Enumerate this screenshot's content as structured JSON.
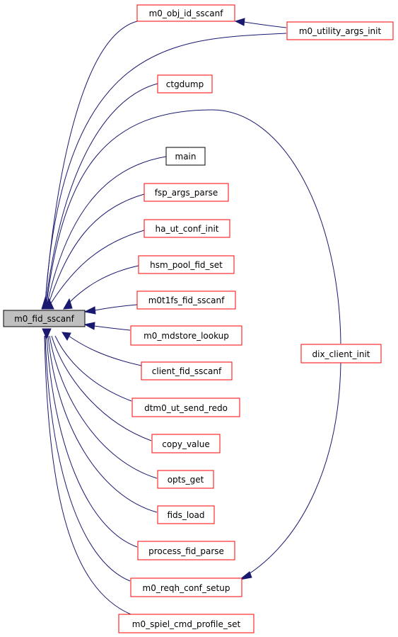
{
  "colors": {
    "edge": "#191970",
    "link_border": "#ff0000",
    "plain_border": "#000000",
    "focus_fill": "#bfbfbf"
  },
  "nodes": {
    "m0_fid_sscanf": "m0_fid_sscanf",
    "m0_obj_id_sscanf": "m0_obj_id_sscanf",
    "m0_utility_args_init": "m0_utility_args_init",
    "ctgdump": "ctgdump",
    "main": "main",
    "fsp_args_parse": "fsp_args_parse",
    "ha_ut_conf_init": "ha_ut_conf_init",
    "hsm_pool_fid_set": "hsm_pool_fid_set",
    "m0t1fs_fid_sscanf": "m0t1fs_fid_sscanf",
    "m0_mdstore_lookup": "m0_mdstore_lookup",
    "dix_client_init": "dix_client_init",
    "client_fid_sscanf": "client_fid_sscanf",
    "dtm0_ut_send_redo": "dtm0_ut_send_redo",
    "copy_value": "copy_value",
    "opts_get": "opts_get",
    "fids_load": "fids_load",
    "process_fid_parse": "process_fid_parse",
    "m0_reqh_conf_setup": "m0_reqh_conf_setup",
    "m0_spiel_cmd_profile_set": "m0_spiel_cmd_profile_set"
  }
}
